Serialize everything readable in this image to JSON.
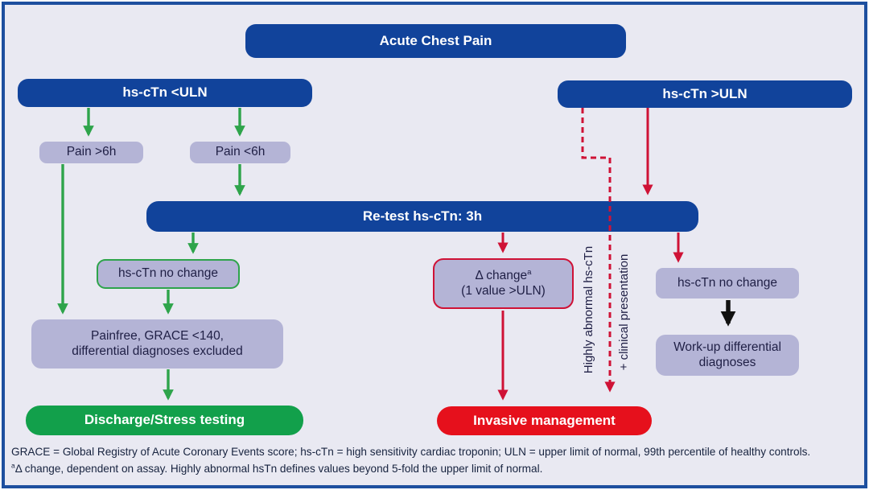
{
  "colors": {
    "frame_border": "#1d4f9f",
    "background": "#e9e9f2",
    "node_blue": "#11439b",
    "node_lavender": "#b4b4d6",
    "arrow_green": "#2ea44b",
    "arrow_red": "#cf1236",
    "box_green": "#12a04b",
    "box_red": "#e6101c",
    "arrow_black": "#111111"
  },
  "header": {
    "title": "Acute Chest Pain"
  },
  "nodes": {
    "hs_ctn_below_uln": "hs-cTn <ULN",
    "hs_ctn_above_uln": "hs-cTn >ULN",
    "pain_over_6h": "Pain >6h",
    "pain_under_6h": "Pain <6h",
    "retest": "Re-test hs-cTn: 3h",
    "no_change_left": "hs-cTn no change",
    "no_change_right": "hs-cTn no change",
    "delta_change": {
      "text": "Δ change",
      "sup": "a",
      "line2": "(1 value >ULN)"
    },
    "painfree": {
      "line1": "Painfree, GRACE <140,",
      "line2": "differential diagnoses excluded"
    },
    "workup": {
      "line1": "Work-up differential",
      "line2": "diagnoses"
    },
    "discharge": "Discharge/Stress testing",
    "invasive": "Invasive management",
    "bypass_label_1": "Highly abnormal hs-cTn",
    "bypass_label_2": "+ clinical presentation"
  },
  "footnotes": {
    "line1": "GRACE = Global Registry of Acute Coronary Events score; hs-cTn = high sensitivity cardiac troponin; ULN = upper limit of normal, 99th percentile of healthy controls.",
    "line2_sup": "a",
    "line2_text": "Δ change, dependent on assay. Highly abnormal hsTn defines values beyond 5-fold the upper limit of normal."
  }
}
